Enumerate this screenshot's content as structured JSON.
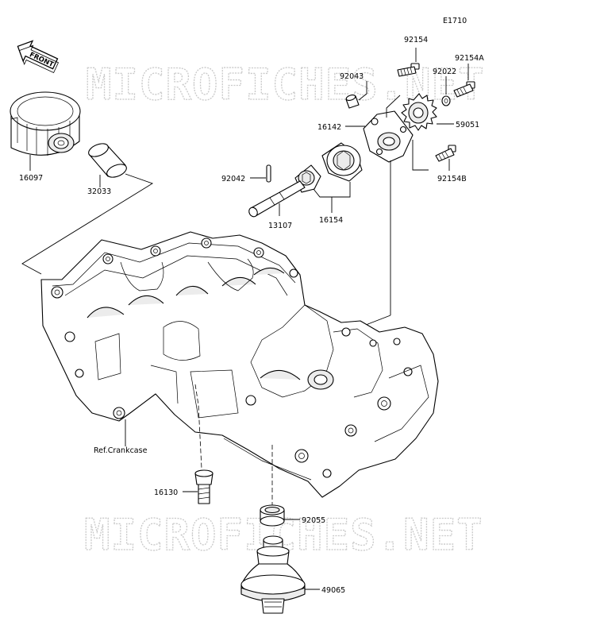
{
  "diagram_code": "E1710",
  "front_label": "FRONT",
  "watermark": "MICROFICHES.NET",
  "reference_label": "Ref.Crankcase",
  "parts": {
    "p92154": "92154",
    "p92154A": "92154A",
    "p92043": "92043",
    "p92022": "92022",
    "p16142": "16142",
    "p59051": "59051",
    "p92154B": "92154B",
    "p92042": "92042",
    "p13107": "13107",
    "p16154": "16154",
    "p16097": "16097",
    "p32033": "32033",
    "p16130": "16130",
    "p92055": "92055",
    "p49065": "49065"
  }
}
